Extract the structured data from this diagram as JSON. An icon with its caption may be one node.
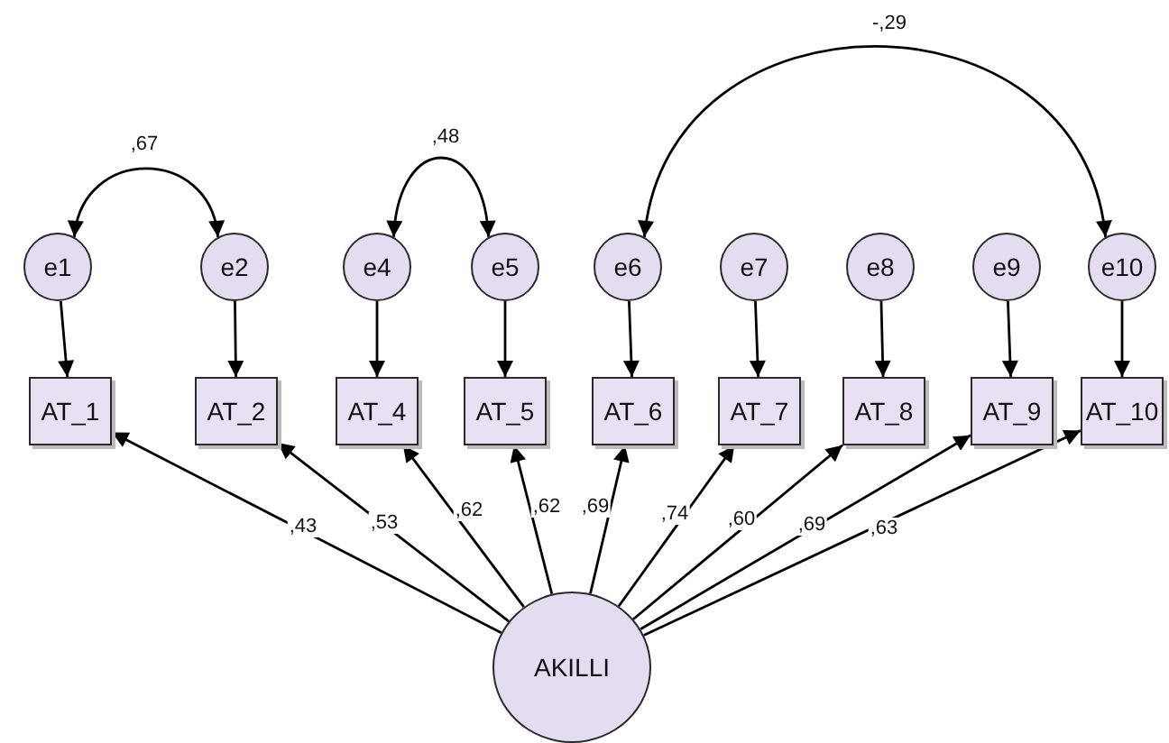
{
  "diagram": {
    "nodes": [
      {
        "text": [
          "e1"
        ]
      },
      {
        "text": [
          "e2"
        ]
      },
      {
        "text": [
          "e4"
        ]
      },
      {
        "text": [
          "e5"
        ]
      },
      {
        "text": [
          "e6"
        ]
      },
      {
        "text": [
          "e7"
        ]
      },
      {
        "text": [
          "e8"
        ]
      },
      {
        "text": [
          "e9"
        ]
      },
      {
        "text": [
          "e10"
        ]
      },
      {
        "text": [
          "AT_1"
        ]
      },
      {
        "text": [
          "AT_2"
        ]
      },
      {
        "text": [
          "AT_4"
        ]
      },
      {
        "text": [
          "AT_5"
        ]
      },
      {
        "text": [
          "AT_6"
        ]
      },
      {
        "text": [
          "AT_7"
        ]
      },
      {
        "text": [
          "AT_8"
        ]
      },
      {
        "text": [
          "AT_9"
        ]
      },
      {
        "text": [
          "AT_10"
        ]
      },
      {
        "text": [
          "AKILLI"
        ]
      }
    ],
    "edges": [
      {
        "from": 0,
        "to": 9,
        "arrow": "to"
      },
      {
        "from": 1,
        "to": 10,
        "arrow": "to"
      },
      {
        "from": 2,
        "to": 11,
        "arrow": "to"
      },
      {
        "from": 3,
        "to": 12,
        "arrow": "to"
      },
      {
        "from": 4,
        "to": 13,
        "arrow": "to"
      },
      {
        "from": 5,
        "to": 14,
        "arrow": "to"
      },
      {
        "from": 6,
        "to": 15,
        "arrow": "to"
      },
      {
        "from": 7,
        "to": 16,
        "arrow": "to"
      },
      {
        "from": 8,
        "to": 17,
        "arrow": "to"
      },
      {
        "from": 18,
        "to": 9,
        "arrow": "to",
        "label": ",43"
      },
      {
        "from": 18,
        "to": 10,
        "arrow": "to",
        "label": ",53"
      },
      {
        "from": 18,
        "to": 11,
        "arrow": "to",
        "label": ",62"
      },
      {
        "from": 18,
        "to": 12,
        "arrow": "to",
        "label": ",62"
      },
      {
        "from": 18,
        "to": 13,
        "arrow": "to",
        "label": ",69"
      },
      {
        "from": 18,
        "to": 14,
        "arrow": "to",
        "label": ",74"
      },
      {
        "from": 18,
        "to": 15,
        "arrow": "to",
        "label": ",60"
      },
      {
        "from": 18,
        "to": 16,
        "arrow": "to",
        "label": ",69"
      },
      {
        "from": 18,
        "to": 17,
        "arrow": "to",
        "label": ",63"
      },
      {
        "from": 0,
        "to": 1,
        "arrow": "both",
        "label": ",67"
      },
      {
        "from": 2,
        "to": 3,
        "arrow": "both",
        "label": ",48"
      },
      {
        "from": 4,
        "to": 8,
        "arrow": "both",
        "label": "-,29"
      }
    ]
  }
}
